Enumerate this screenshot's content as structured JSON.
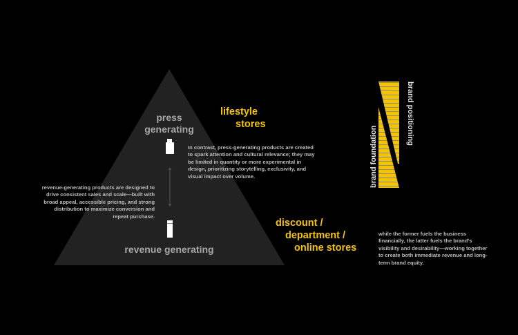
{
  "pyramid": {
    "top_label": "press generating",
    "bottom_label": "revenue generating",
    "press_text": "In contrast, press-generating products are created to spark attention and cultural relevance; they may be limited in quantity or more experimental in design, prioritizing storytelling, exclusivity, and visual impact over volume.",
    "revenue_text": "revenue-generating products are designed to drive consistent sales and scale—built with broad appeal, accessible pricing, and strong distribution to maximize conversion and repeat purchase."
  },
  "channels": {
    "upper": [
      "lifestyle",
      "stores"
    ],
    "lower": [
      "discount /",
      "department /",
      "online stores"
    ]
  },
  "brand_graphic": {
    "foundation_label": "brand foundation",
    "positioning_label": "brand positioning",
    "accent_color": "#f5c400"
  },
  "summary_text": "while the former fuels the business financially, the latter fuels the brand's visibility and desirability—working together to create both immediate revenue and long-term brand equity."
}
